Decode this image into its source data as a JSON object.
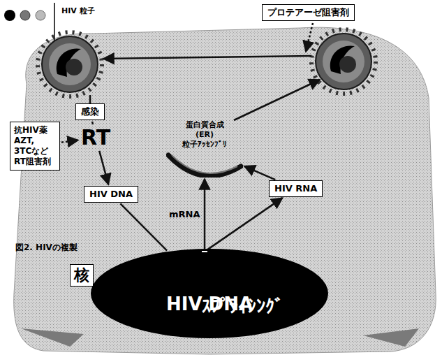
{
  "diagram": {
    "caption": "図2. HIVの複製",
    "nodes": [
      {
        "text": [
          "プロテアーゼ阻害剤"
        ]
      },
      {
        "text": [
          "感染"
        ]
      },
      {
        "text": [
          "抗HIV薬 AZT, 3TCなど RT阻害剤"
        ]
      },
      {
        "text": [
          "RT"
        ]
      },
      {
        "text": [
          "蛋白質合成 (ER) 粒子ｱｯｾﾝﾌﾞﾘ"
        ]
      },
      {
        "text": [
          "HIV DNA"
        ]
      },
      {
        "text": [
          "HIV RNA"
        ]
      },
      {
        "text": [
          "HIV DNA"
        ]
      },
      {
        "text": [
          "ｽﾌﾟﾗｲｼﾝｸﾞ"
        ],
        "in": 7
      },
      {
        "text": [
          "核"
        ]
      }
    ],
    "edges": [
      {
        "from": 1,
        "to": 3,
        "arrow": "none"
      },
      {
        "from": 2,
        "to": 3,
        "arrow": "to"
      },
      {
        "from": 3,
        "to": 5,
        "arrow": "to"
      },
      {
        "from": 5,
        "to": 7,
        "arrow": "none"
      },
      {
        "from": 8,
        "to": 4,
        "label": "mRNA",
        "arrow": "to"
      },
      {
        "from": 8,
        "to": 6,
        "arrow": "to"
      },
      {
        "from": 6,
        "to": 4,
        "arrow": "to"
      }
    ],
    "labels": [
      "HIV 粒子"
    ]
  }
}
